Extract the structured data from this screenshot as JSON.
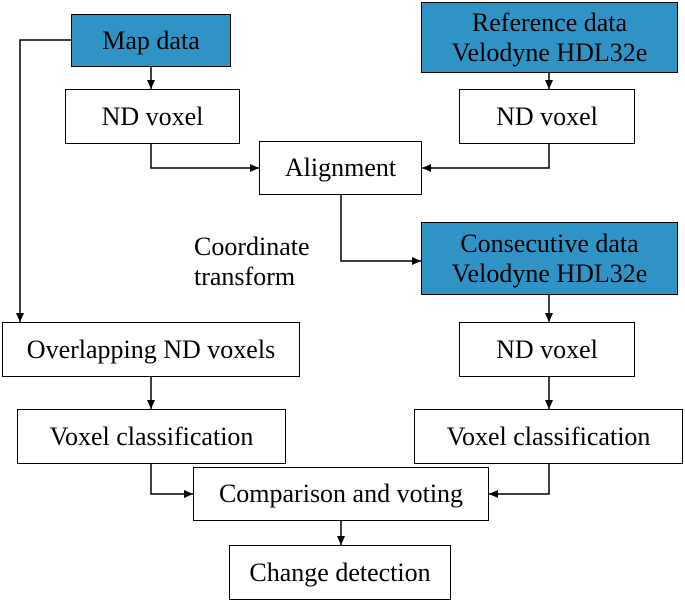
{
  "colors": {
    "input_fill": "#2f93c6",
    "box_fill": "#ffffff",
    "line": "#000000"
  },
  "nodes": {
    "map_data": "Map data",
    "reference_data": [
      "Reference data",
      "Velodyne HDL32e"
    ],
    "nd_voxel_left": "ND voxel",
    "nd_voxel_right": "ND voxel",
    "alignment": "Alignment",
    "consecutive_data": [
      "Consecutive data",
      "Velodyne HDL32e"
    ],
    "overlapping_nd_voxels": "Overlapping ND voxels",
    "nd_voxel_consecutive": "ND voxel",
    "voxel_classification_left": "Voxel classification",
    "voxel_classification_right": "Voxel classification",
    "comparison_and_voting": "Comparison and voting",
    "change_detection": "Change detection"
  },
  "edge_labels": {
    "coordinate_transform": [
      "Coordinate",
      "transform"
    ]
  }
}
